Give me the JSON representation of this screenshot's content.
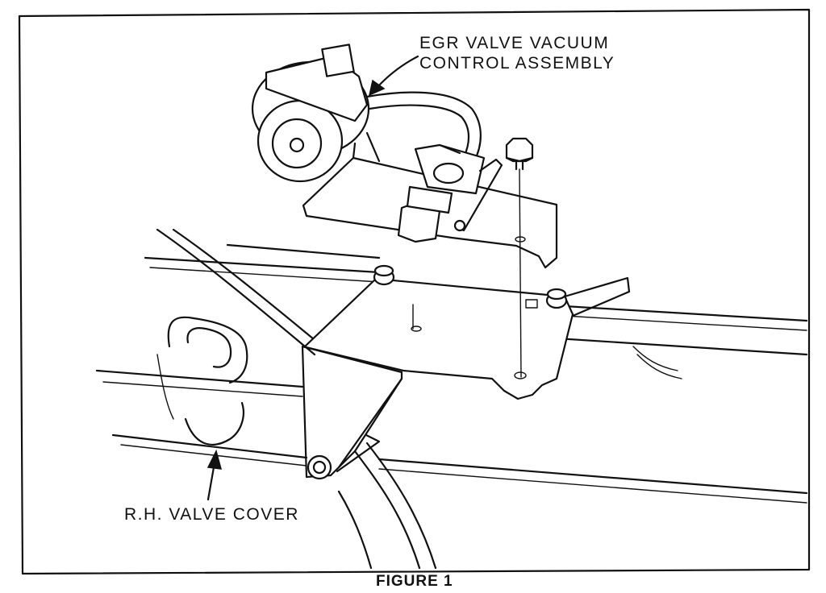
{
  "labels": {
    "egr_line1": "EGR VALVE VACUUM",
    "egr_line2": "CONTROL ASSEMBLY",
    "valve_cover": "R.H. VALVE COVER"
  },
  "caption": "FIGURE 1"
}
